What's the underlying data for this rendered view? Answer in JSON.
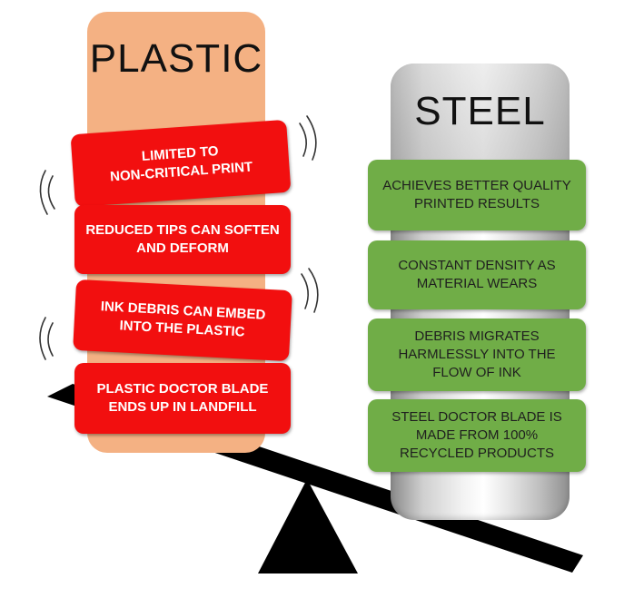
{
  "plastic": {
    "title": "PLASTIC",
    "items": [
      "LIMITED TO\nNON-CRITICAL PRINT",
      "REDUCED TIPS CAN SOFTEN\nAND DEFORM",
      "INK DEBRIS CAN EMBED\nINTO THE PLASTIC",
      "PLASTIC DOCTOR BLADE\nENDS UP IN LANDFILL"
    ],
    "column_color": "#f4b183",
    "box_color": "#f20f0f"
  },
  "steel": {
    "title": "STEEL",
    "items": [
      "ACHIEVES BETTER QUALITY PRINTED RESULTS",
      "CONSTANT DENSITY AS MATERIAL WEARS",
      "DEBRIS MIGRATES HARMLESSLY INTO THE FLOW OF INK",
      "STEEL DOCTOR BLADE IS MADE FROM 100% RECYCLED PRODUCTS"
    ],
    "box_color": "#70ad47"
  },
  "seesaw": {
    "beam_color": "#000000",
    "fulcrum_color": "#000000"
  }
}
